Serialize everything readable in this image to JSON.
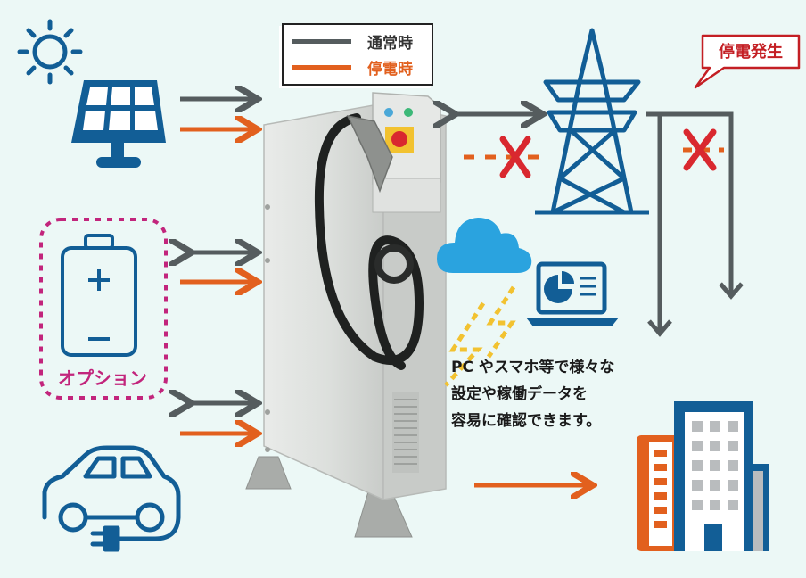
{
  "legend": {
    "items": [
      {
        "label": "通常時",
        "color": "#555c5e"
      },
      {
        "label": "停電時",
        "color": "#e2601e"
      }
    ]
  },
  "callout": {
    "label": "停電発生",
    "color": "#c41f24"
  },
  "battery": {
    "label": "オプション",
    "frame_color": "#c2257c"
  },
  "description": {
    "lines": [
      "PC やスマホ等で様々な",
      "設定や稼働データを",
      "容易に確認できます。"
    ]
  },
  "colors": {
    "normal_arrow": "#555c5e",
    "outage_arrow": "#e2601e",
    "icon_blue": "#125e96",
    "cross_red": "#d9282f",
    "cloud_blue": "#2aa3df",
    "signal_yellow": "#f2c230",
    "building_orange": "#e2601e"
  },
  "icons": [
    "sun-icon",
    "solar-panel-icon",
    "battery-icon",
    "ev-car-icon",
    "charger-station",
    "transmission-tower-icon",
    "cloud-icon",
    "laptop-icon",
    "office-building-icon"
  ]
}
